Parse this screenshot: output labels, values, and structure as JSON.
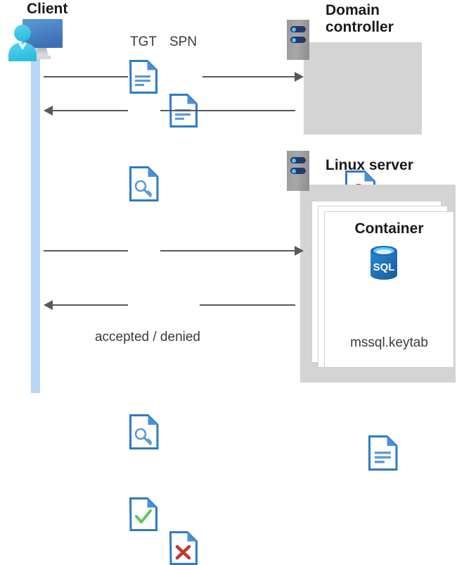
{
  "diagram": {
    "title_client": "Client",
    "title_domain_controller_line1": "Domain",
    "title_domain_controller_line2": "controller",
    "title_linux_server": "Linux server",
    "title_container": "Container",
    "keytab_label": "mssql.keytab",
    "result_label": "accepted / denied",
    "flow_labels": {
      "tgt": "TGT",
      "spn": "SPN"
    },
    "icons": {
      "client": "user-monitor-icon",
      "server": "server-rack-icon",
      "certificate": "certificate-document-icon",
      "ticket": "key-document-icon",
      "document": "text-document-icon",
      "database": "sql-database-icon",
      "accepted": "check-document-icon",
      "denied": "cross-document-icon"
    },
    "colors": {
      "panel_gray": "#d4d4d4",
      "lifeline_blue": "#b8d6f5",
      "doc_blue": "#3b82c4",
      "doc_fold_blue": "#4a90d9",
      "accent_green": "#5fc65f",
      "accent_red": "#c0392b",
      "sql_blue": "#1e6fb8",
      "cert_yellow": "#ffd400",
      "cert_red": "#c8102e",
      "line_gray": "#595959",
      "server_navy": "#243a6b",
      "server_cyan": "#4fc3f7",
      "text_dark": "#1a1a1a",
      "text_body": "#3b3b3b"
    }
  }
}
